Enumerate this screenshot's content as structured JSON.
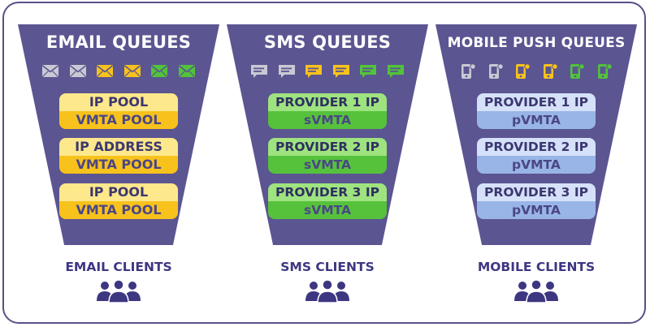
{
  "colors": {
    "funnel": "#5b5591",
    "frame": "#5a5088",
    "label_text": "#3d3782",
    "yellow_light": "#fde88c",
    "yellow_dark": "#f8c21c",
    "green_light": "#9ee37f",
    "green_dark": "#56c23c",
    "blue_light": "#d5e1f8",
    "blue_dark": "#99b5e7",
    "icon_gray": "#c9c9d3",
    "icon_yellow": "#f8c21c",
    "icon_green": "#52c33a"
  },
  "columns": [
    {
      "title": "EMAIL QUEUES",
      "icon_type": "envelope-icon",
      "icon_colors": [
        "gray",
        "gray",
        "yellow",
        "yellow",
        "green",
        "green"
      ],
      "stacks": [
        {
          "top": "IP POOL",
          "bottom": "VMTA POOL"
        },
        {
          "top": "IP ADDRESS",
          "bottom": "VMTA POOL"
        },
        {
          "top": "IP POOL",
          "bottom": "VMTA POOL"
        }
      ],
      "client_label": "EMAIL CLIENTS"
    },
    {
      "title": "SMS QUEUES",
      "icon_type": "chat-bubble-icon",
      "icon_colors": [
        "gray",
        "gray",
        "yellow",
        "yellow",
        "green",
        "green"
      ],
      "stacks": [
        {
          "top": "PROVIDER 1 IP",
          "bottom": "sVMTA"
        },
        {
          "top": "PROVIDER 2 IP",
          "bottom": "sVMTA"
        },
        {
          "top": "PROVIDER 3 IP",
          "bottom": "sVMTA"
        }
      ],
      "client_label": "SMS CLIENTS"
    },
    {
      "title": "MOBILE PUSH QUEUES",
      "icon_type": "push-notification-icon",
      "icon_colors": [
        "gray",
        "gray",
        "yellow",
        "yellow",
        "green",
        "green"
      ],
      "stacks": [
        {
          "top": "PROVIDER 1 IP",
          "bottom": "pVMTA"
        },
        {
          "top": "PROVIDER 2 IP",
          "bottom": "pVMTA"
        },
        {
          "top": "PROVIDER 3 IP",
          "bottom": "pVMTA"
        }
      ],
      "client_label": "MOBILE CLIENTS"
    }
  ]
}
